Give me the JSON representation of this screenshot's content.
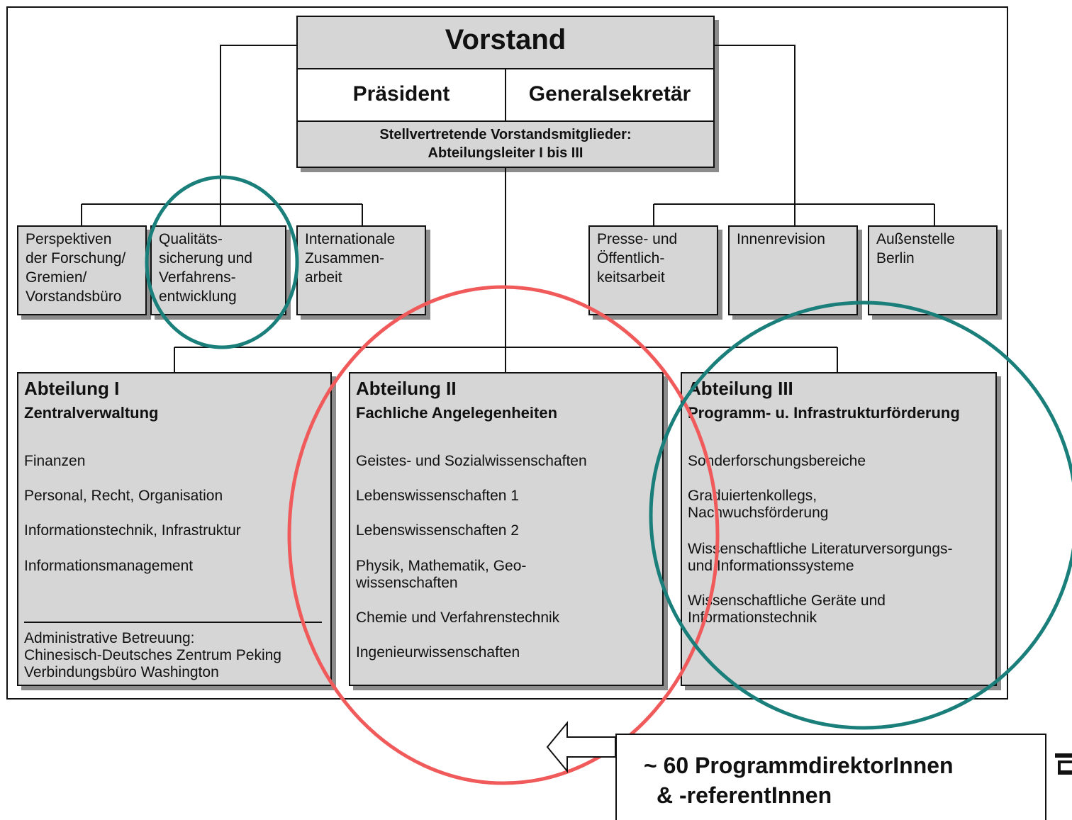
{
  "board": {
    "title": "Vorstand",
    "president": "Präsident",
    "secretary_general": "Generalsekretär",
    "deputies_line1": "Stellvertretende Vorstandsmitglieder:",
    "deputies_line2": "Abteilungsleiter I bis III"
  },
  "staff_units_left": [
    {
      "lines": [
        "Perspektiven",
        "der Forschung/",
        "Gremien/",
        "Vorstandsbüro"
      ]
    },
    {
      "lines": [
        "Qualitäts-",
        "sicherung und",
        "Verfahrens-",
        "entwicklung"
      ]
    },
    {
      "lines": [
        "Internationale",
        "Zusammen-",
        "arbeit"
      ]
    }
  ],
  "staff_units_right": [
    {
      "lines": [
        "Presse- und",
        "Öffentlich-",
        "keitsarbeit"
      ]
    },
    {
      "lines": [
        "Innenrevision"
      ]
    },
    {
      "lines": [
        "Außenstelle",
        "Berlin"
      ]
    }
  ],
  "departments": [
    {
      "title": "Abteilung I",
      "subtitle": "Zentralverwaltung",
      "items": [
        "Finanzen",
        "Personal, Recht, Organisation",
        "Informationstechnik, Infrastruktur",
        "Informationsmanagement"
      ],
      "footer": [
        "Administrative Betreuung:",
        "Chinesisch-Deutsches Zentrum Peking",
        "Verbindungsbüro Washington"
      ]
    },
    {
      "title": "Abteilung II",
      "subtitle": "Fachliche Angelegenheiten",
      "items": [
        "Geistes- und Sozialwissenschaften",
        "Lebenswissenschaften 1",
        "Lebenswissenschaften 2",
        "Physik, Mathematik, Geo-\nwissenschaften",
        "Chemie und Verfahrenstechnik",
        "Ingenieurwissenschaften"
      ]
    },
    {
      "title": "Abteilung III",
      "subtitle": "Programm- u. Infrastrukturförderung",
      "items": [
        "Sonderforschungsbereiche",
        "Graduiertenkollegs,\nNachwuchsförderung",
        "Wissenschaftliche Literaturversorgungs-\nund Informationssysteme",
        "Wissenschaftliche Geräte und\nInformationstechnik"
      ]
    }
  ],
  "callout": {
    "line1": "~ 60 ProgrammdirektorInnen",
    "line2": "& -referentInnen"
  },
  "colors": {
    "box_fill": "#d6d6d6",
    "highlight_teal": "#1a7f7a",
    "highlight_red": "#f05a5a"
  }
}
